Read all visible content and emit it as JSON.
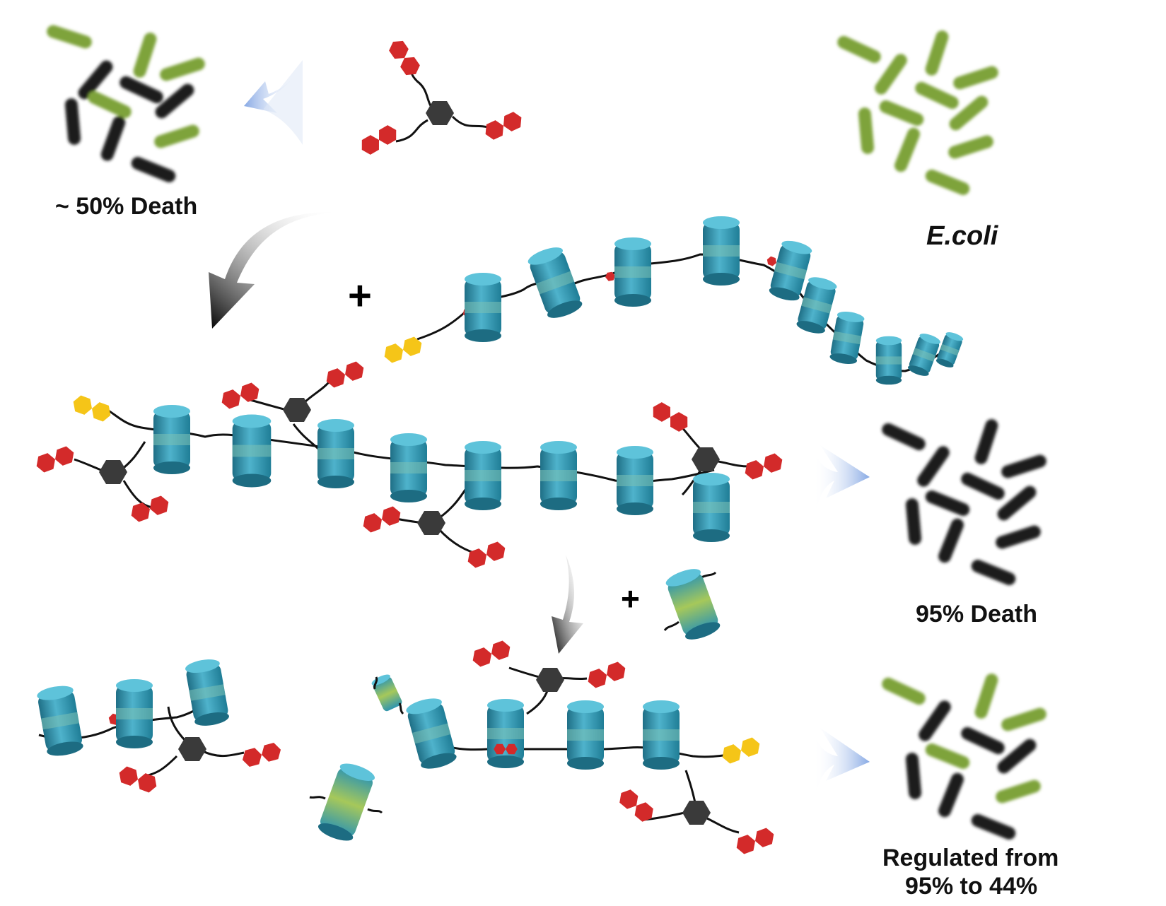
{
  "labels": {
    "ecoli": "E.coli",
    "death_50": "~ 50% Death",
    "death_95": "95% Death",
    "regulated_line1": "Regulated from",
    "regulated_line2": "95% to 44%"
  },
  "symbols": {
    "plus": "+"
  },
  "colors": {
    "live_bacteria": "#7ea33a",
    "dead_bacteria": "#1e1e1e",
    "guest_red": "#d32a2a",
    "guest_yellow": "#f5c518",
    "host_teal": "#2f95b0",
    "core_hexagon": "#3a3a3a",
    "flow_arrow_blue": "#8fb0e8",
    "curved_arrow_dark": "#111111"
  },
  "icons": {
    "bacteria": "rod-bacterium-icon",
    "guest": "double-hexagon-icon",
    "host": "macrocycle-cylinder-icon",
    "core": "hexagon-core-icon"
  }
}
